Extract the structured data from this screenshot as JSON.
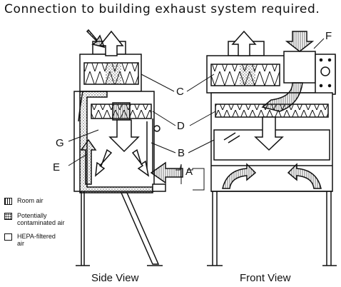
{
  "title": "Connection to building exhaust system required.",
  "views": {
    "side": "Side View",
    "front": "Front View"
  },
  "callouts": {
    "a": "A",
    "b": "B",
    "c": "C",
    "d": "D",
    "e": "E",
    "f": "F",
    "g": "G"
  },
  "legend": {
    "room_air": "Room air",
    "contaminated_air": "Potentially\ncontaminated air",
    "hepa_air": "HEPA-filtered\nair"
  },
  "colors": {
    "line": "#111111",
    "paper": "#ffffff",
    "stipple": "#555555"
  }
}
